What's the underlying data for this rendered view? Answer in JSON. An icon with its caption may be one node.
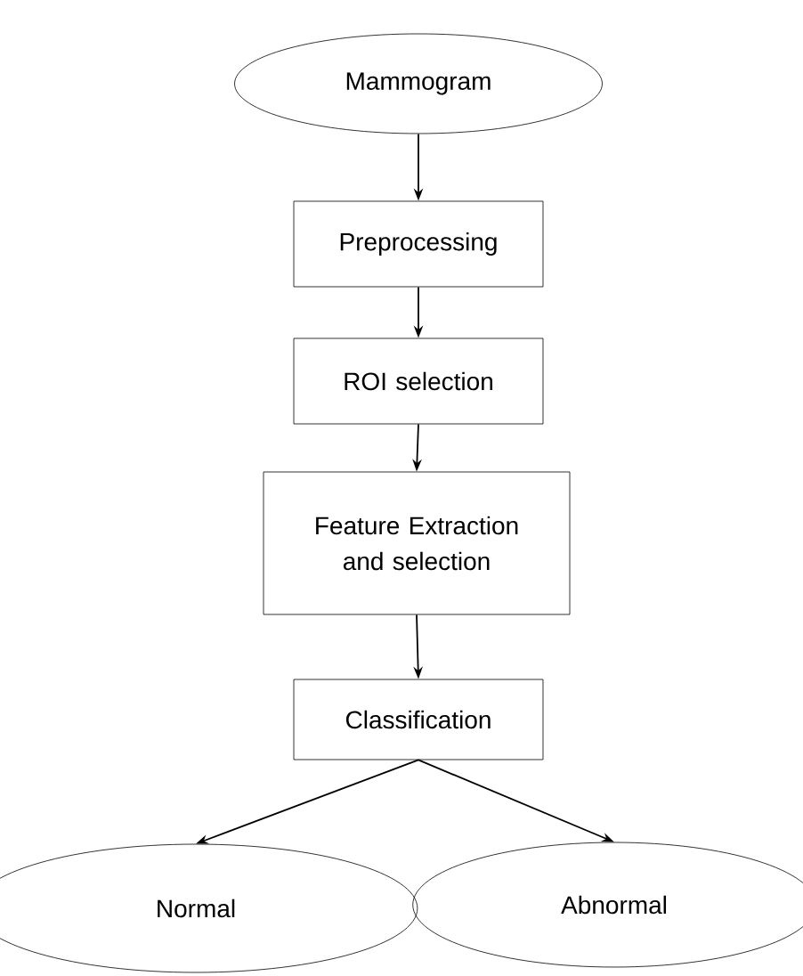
{
  "diagram": {
    "nodes": [
      {
        "text": [
          "Mammogram"
        ]
      },
      {
        "text": [
          "Preprocessing"
        ]
      },
      {
        "text": [
          "ROI selection"
        ]
      },
      {
        "text": [
          "Feature Extraction and selection"
        ]
      },
      {
        "text": [
          "Classification"
        ]
      },
      {
        "text": [
          "Normal"
        ]
      },
      {
        "text": [
          "Abnormal"
        ]
      }
    ],
    "edges": [
      {
        "from": 0,
        "to": 1,
        "arrow": "to"
      },
      {
        "from": 1,
        "to": 2,
        "arrow": "to"
      },
      {
        "from": 2,
        "to": 3,
        "arrow": "to"
      },
      {
        "from": 3,
        "to": 4,
        "arrow": "to"
      },
      {
        "from": 4,
        "to": 5,
        "arrow": "to"
      },
      {
        "from": 4,
        "to": 6,
        "arrow": "to"
      }
    ]
  }
}
